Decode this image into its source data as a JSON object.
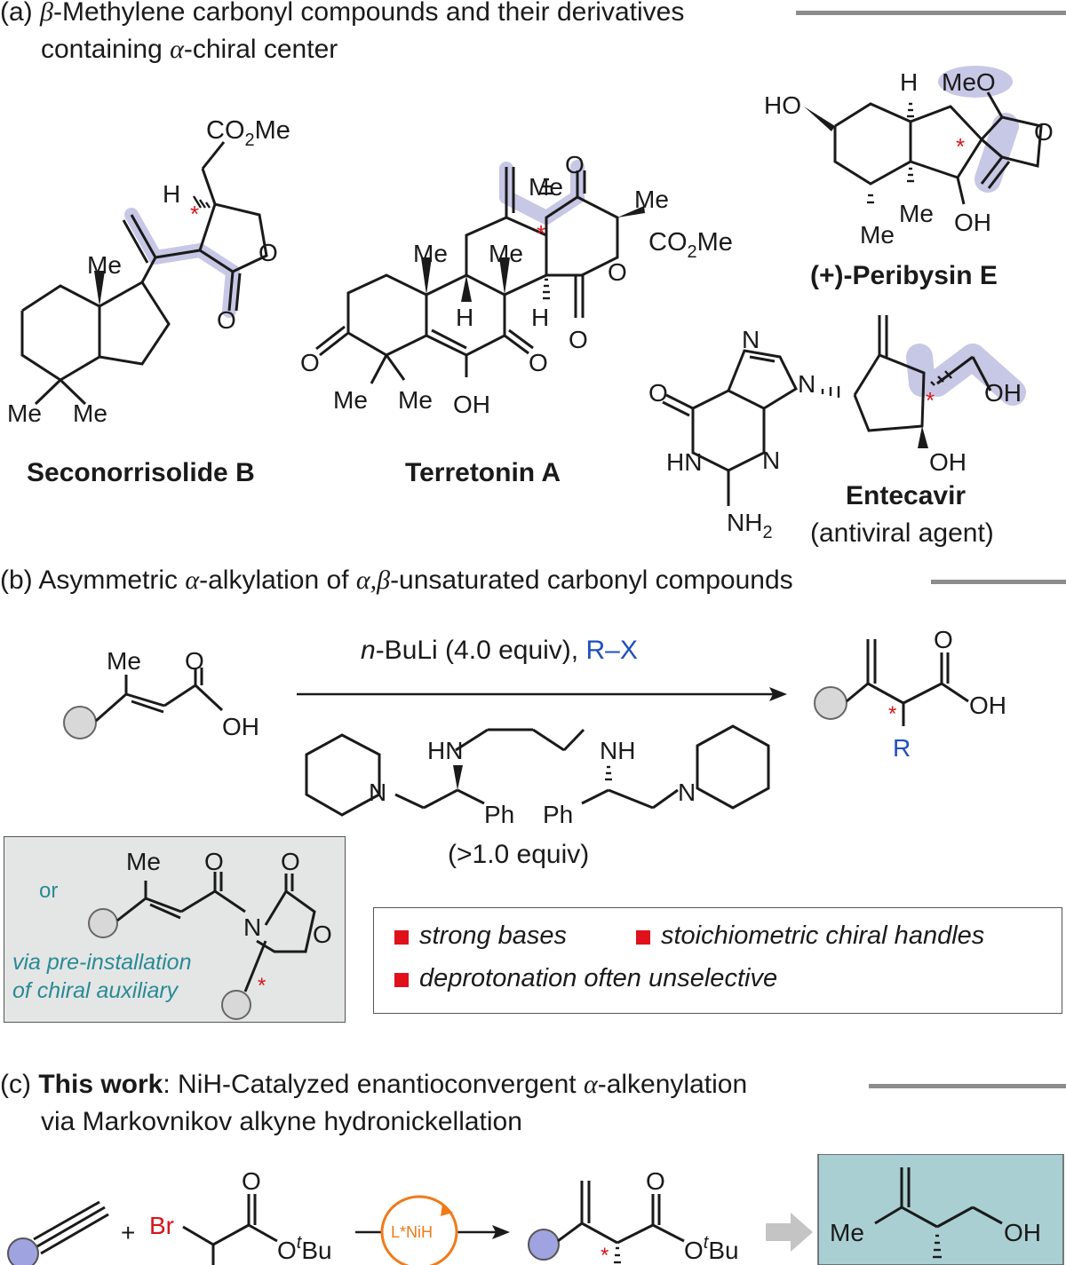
{
  "section_a": {
    "label": "(a)",
    "greek_beta": "β",
    "title_rest": "-Methylene carbonyl compounds and their derivatives",
    "title_line2_pre": "containing ",
    "greek_alpha": "α",
    "title_line2_post": "-chiral center"
  },
  "compounds": {
    "seconorrisolide": "Seconorrisolide B",
    "terretonin": "Terretonin A",
    "peribysin": "(+)-Peribysin E",
    "entecavir": "Entecavir",
    "entecavir_note": "(antiviral agent)"
  },
  "section_b": {
    "label": "(b) Asymmetric ",
    "alpha": "α",
    "mid": "-alkylation of ",
    "alphabeta": "α,β",
    "rest": "-unsaturated carbonyl compounds",
    "reagent_nbu": "n",
    "reagent_rest": "-BuLi (4.0 equiv), ",
    "reagent_rx": "R–X",
    "ligand_equiv": "(>1.0 equiv)",
    "alt_or": "or",
    "alt_note_line1": "via pre-installation",
    "alt_note_line2": "of chiral auxiliary",
    "drawbacks": [
      "strong bases",
      "stoichiometric chiral handles",
      "deprotonation often unselective"
    ]
  },
  "section_c": {
    "label": "(c) ",
    "this_work": "This work",
    "title_rest": ": NiH-Catalyzed enantioconvergent ",
    "alpha": "α",
    "title_end": "-alkenylation",
    "line2": "via Markovnikov alkyne hydronickellation",
    "catalyst": "L*NiH"
  },
  "colors": {
    "highlight": "#c7c7e6",
    "stereo_star": "#d9141c",
    "r_group": "#1f4fbf",
    "caption_teal": "#2a8a94",
    "catalyst_orange": "#f07a1a",
    "gray_ball": "#d8d8d8",
    "blue_ball": "#9fa3e0",
    "product_box": "#a9cfd3",
    "alt_box": "#e4e6e6"
  },
  "icons": {
    "bullet": "red-square-bullet",
    "catalyst": "orange-cycle-arrow-icon",
    "forward": "gray-block-arrow-icon"
  }
}
